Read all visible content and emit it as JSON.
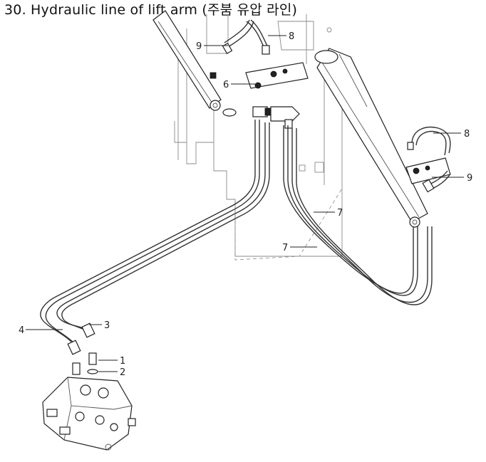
{
  "title": "30. Hydraulic line of lift arm (주붐 유압 라인)",
  "callouts": [
    {
      "id": "callout-1",
      "label": "1"
    },
    {
      "id": "callout-2",
      "label": "2"
    },
    {
      "id": "callout-3",
      "label": "3"
    },
    {
      "id": "callout-4",
      "label": "4"
    },
    {
      "id": "callout-6",
      "label": "6"
    },
    {
      "id": "callout-7a",
      "label": "7"
    },
    {
      "id": "callout-7b",
      "label": "7"
    },
    {
      "id": "callout-8a",
      "label": "8"
    },
    {
      "id": "callout-8b",
      "label": "8"
    },
    {
      "id": "callout-9a",
      "label": "9"
    },
    {
      "id": "callout-9b",
      "label": "9"
    }
  ]
}
